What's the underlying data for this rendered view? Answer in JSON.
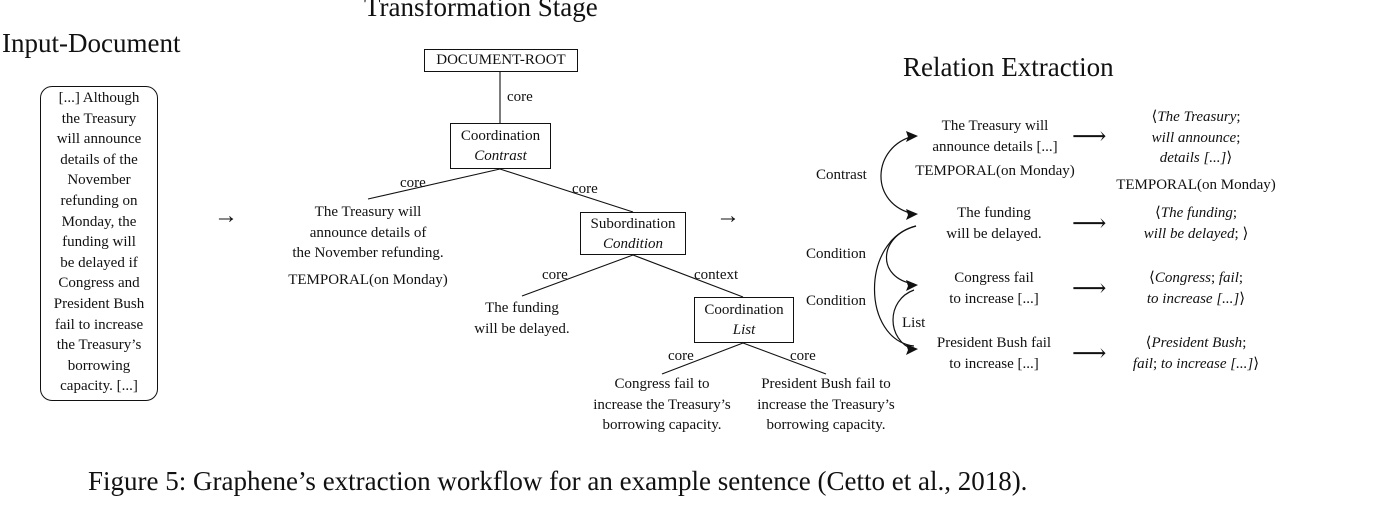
{
  "headings": {
    "input_document": "Input-Document",
    "transformation_stage": "Transformation Stage",
    "relation_extraction": "Relation Extraction"
  },
  "input_box": {
    "lines": [
      "[...]  Although",
      "the Treasury",
      "will announce",
      "details of the",
      "November",
      "refunding on",
      "Monday, the",
      "funding will",
      "be delayed if",
      "Congress and",
      "President Bush",
      "fail to increase",
      "the Treasury’s",
      "borrowing",
      "capacity.  [...]"
    ]
  },
  "stage_arrows": [
    "→",
    "→"
  ],
  "tree": {
    "root": "DOCUMENT-ROOT",
    "coord1": {
      "type": "Coordination",
      "relation": "Contrast"
    },
    "subord": {
      "type": "Subordination",
      "relation": "Condition"
    },
    "coord2": {
      "type": "Coordination",
      "relation": "List"
    },
    "edge_labels": {
      "root_core": "core",
      "c1_left_core": "core",
      "c1_right_core": "core",
      "sub_left_core": "core",
      "sub_right_context": "context",
      "c2_left_core": "core",
      "c2_right_core": "core"
    },
    "leaf_treasury": [
      "The Treasury will",
      "announce details of",
      "the November refunding."
    ],
    "leaf_treasury_context": "TEMPORAL(on Monday)",
    "leaf_funding": [
      "The funding",
      "will be delayed."
    ],
    "leaf_congress": [
      "Congress fail to",
      "increase the Treasury’s",
      "borrowing capacity."
    ],
    "leaf_bush": [
      "President Bush fail to",
      "increase the Treasury’s",
      "borrowing capacity."
    ]
  },
  "extraction": {
    "relation_labels": {
      "contrast": "Contrast",
      "condition1": "Condition",
      "condition2": "Condition",
      "list": "List"
    },
    "rows": [
      {
        "sentence": [
          "The Treasury will",
          "announce details [...]"
        ],
        "context": "TEMPORAL(on Monday)",
        "triple_arg1": "The Treasury",
        "triple_rel": "will announce",
        "triple_arg2": "details [...]",
        "triple_context": "TEMPORAL(on Monday)"
      },
      {
        "sentence": [
          "The funding",
          "will be delayed."
        ],
        "triple_arg1": "The funding",
        "triple_rel": "will be delayed",
        "triple_arg2": ""
      },
      {
        "sentence": [
          "Congress fail",
          "to increase [...]"
        ],
        "triple_arg1": "Congress",
        "triple_rel": "fail",
        "triple_arg2": "to increase [...]"
      },
      {
        "sentence": [
          "President Bush fail",
          "to increase [...]"
        ],
        "triple_arg1": "President Bush",
        "triple_rel": "fail",
        "triple_arg2": "to increase [...]"
      }
    ],
    "arrow": "⟶",
    "langle": "⟨",
    "rangle": "⟩",
    "sep": ";"
  },
  "caption": "Figure 5: Graphene’s extraction workflow for an example sentence (Cetto et al., 2018)."
}
